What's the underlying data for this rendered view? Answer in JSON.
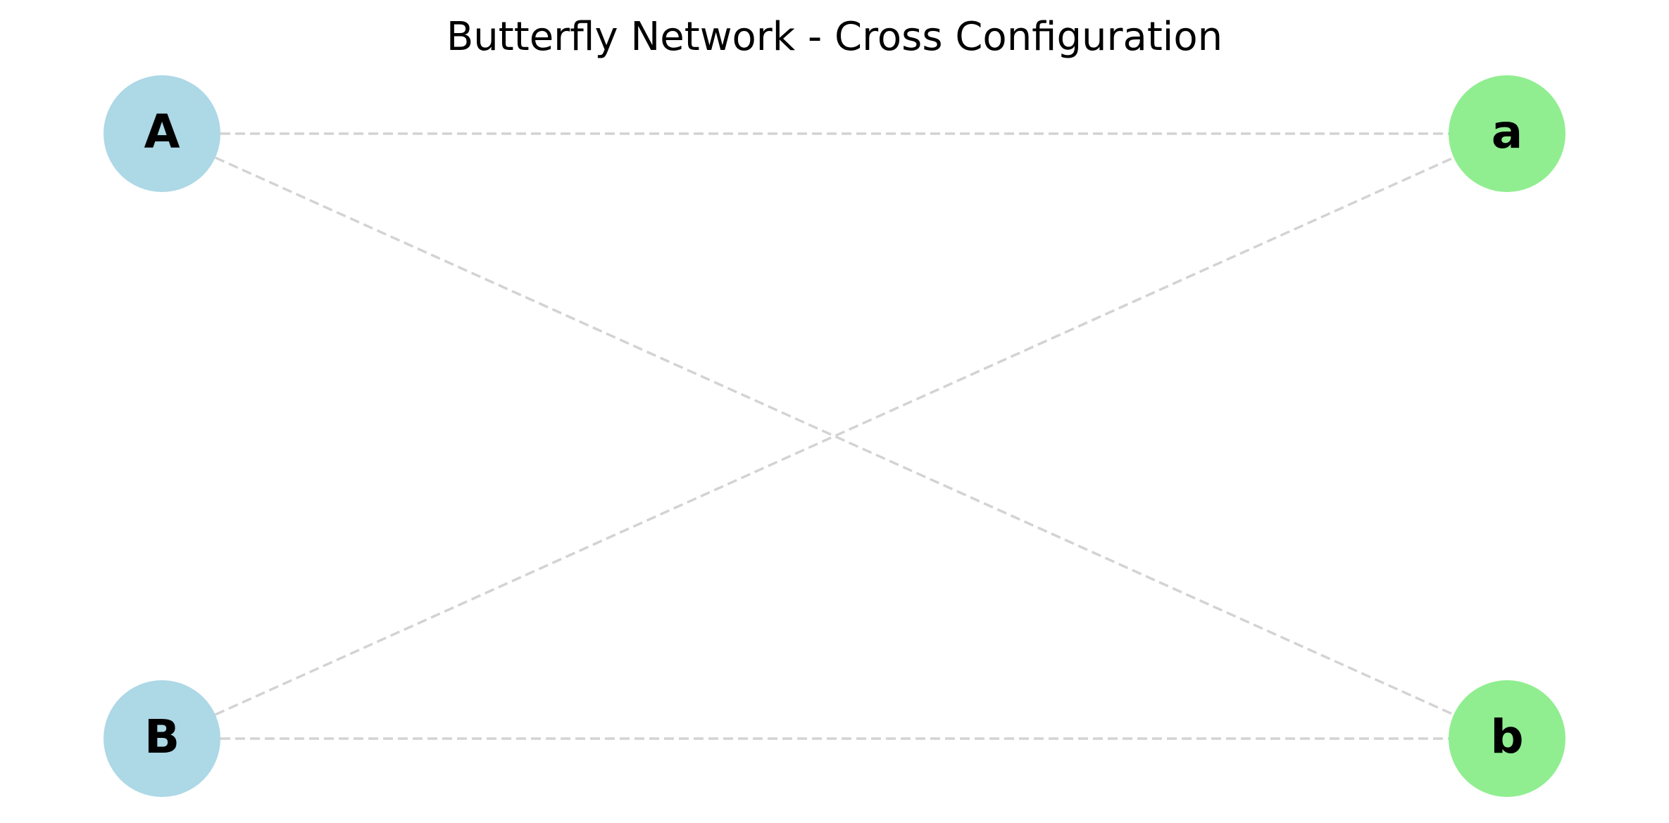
{
  "title": "Butterfly Network - Cross Configuration",
  "colors": {
    "left_node": "#add8e6",
    "right_node": "#90ee90",
    "edge": "#d3d3d3",
    "text": "#000000"
  },
  "nodes": [
    {
      "id": "A",
      "label": "A",
      "side": "left",
      "row": "top"
    },
    {
      "id": "B",
      "label": "B",
      "side": "left",
      "row": "bottom"
    },
    {
      "id": "a",
      "label": "a",
      "side": "right",
      "row": "top"
    },
    {
      "id": "b",
      "label": "b",
      "side": "right",
      "row": "bottom"
    }
  ],
  "edges": [
    {
      "from": "A",
      "to": "a",
      "style": "dashed"
    },
    {
      "from": "A",
      "to": "b",
      "style": "dashed"
    },
    {
      "from": "B",
      "to": "a",
      "style": "dashed"
    },
    {
      "from": "B",
      "to": "b",
      "style": "dashed"
    }
  ]
}
